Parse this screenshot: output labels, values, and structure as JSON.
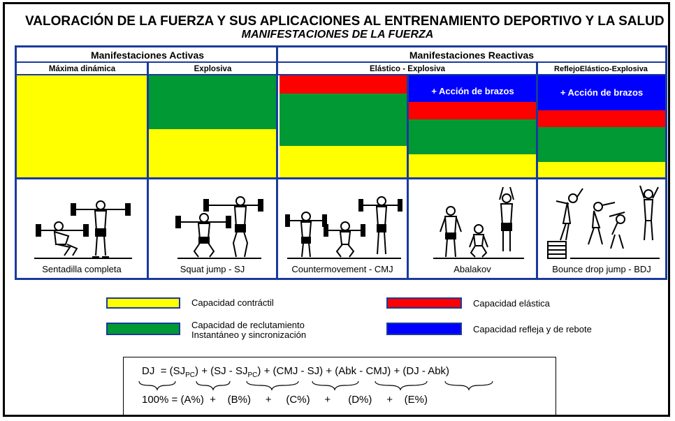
{
  "title": "VALORACIÓN DE LA FUERZA Y SUS APLICACIONES AL ENTRENAMIENTO DEPORTIVO Y LA SALUD",
  "subtitle": "MANIFESTACIONES DE LA FUERZA",
  "headers": {
    "active": "Manifestaciones Activas",
    "reactive": "Manifestaciones Reactivas"
  },
  "subheaders": {
    "maxima": "Máxima dinámica",
    "explosiva": "Explosiva",
    "elastico": "Elástico - Explosiva",
    "reflejo": "ReflejoElástico-Explosiva"
  },
  "arm_action": "+ Acción de brazos",
  "exercises": [
    "Sentadilla completa",
    "Squat jump - SJ",
    "Countermovement - CMJ",
    "Abalakov",
    "Bounce drop jump - BDJ"
  ],
  "legend": {
    "contractil": "Capacidad contráctil",
    "reclutamiento_1": "Capacidad de reclutamiento",
    "reclutamiento_2": "Instantáneo y sincronización",
    "elastica": "Capacidad elástica",
    "refleja": "Capacidad refleja y de rebote"
  },
  "colors": {
    "yellow": "#ffff00",
    "green": "#009933",
    "red": "#ff0000",
    "blue": "#0000ff",
    "border": "#1a3a9c"
  },
  "formula": {
    "dj": "DJ",
    "eq": "=",
    "t1a": "(SJ",
    "t1b": ")",
    "t2a": "(SJ - SJ",
    "t2b": ")",
    "t3": "(CMJ - SJ)",
    "t4": "(Abk - CMJ)",
    "t5": "(DJ - Abk)",
    "plus": "+",
    "pc": "PC",
    "pct": "100%",
    "a": "(A%)",
    "b": "(B%)",
    "c": "(C%)",
    "d": "(D%)",
    "e": "(E%)"
  }
}
